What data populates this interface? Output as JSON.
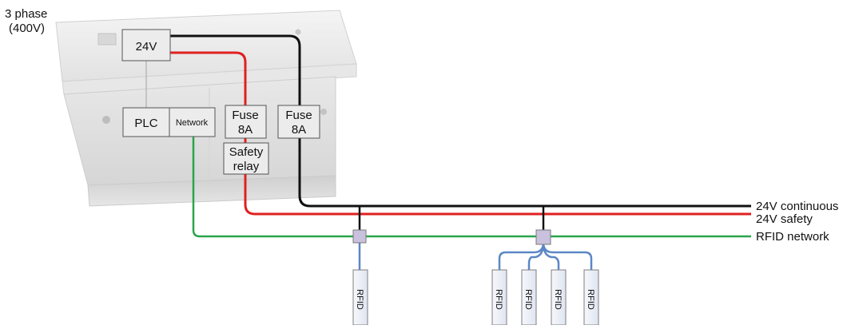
{
  "supply": {
    "line1": "3 phase",
    "line2": "(400V)"
  },
  "cabinet": {
    "psu": "24V",
    "plc": "PLC",
    "network": "Network",
    "fuse_a": {
      "line1": "Fuse",
      "line2": "8A"
    },
    "fuse_b": {
      "line1": "Fuse",
      "line2": "8A"
    },
    "relay": {
      "line1": "Safety",
      "line2": "relay"
    }
  },
  "buses": {
    "continuous": "24V continuous",
    "safety": "24V safety",
    "network": "RFID network"
  },
  "readers": [
    "RFID",
    "RFID",
    "RFID",
    "RFID",
    "RFID"
  ],
  "colors": {
    "continuous": "#111111",
    "safety": "#e02020",
    "network": "#2aa44a",
    "tap": "#5b87c6",
    "junction": "#c9c1de",
    "reader_fill": "#eef1f8"
  }
}
